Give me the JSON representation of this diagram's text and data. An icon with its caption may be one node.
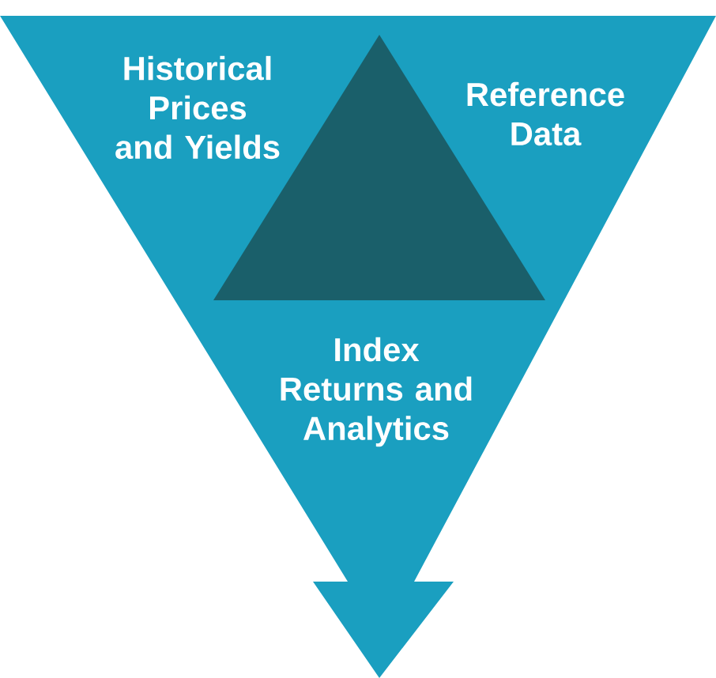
{
  "diagram": {
    "nodes": [
      {
        "text": [
          "Historical Prices and Yields",
          "Reference Data",
          "Index Returns and Analytics"
        ]
      },
      {
        "text": [],
        "shape": "triangle",
        "in": 0
      }
    ]
  }
}
